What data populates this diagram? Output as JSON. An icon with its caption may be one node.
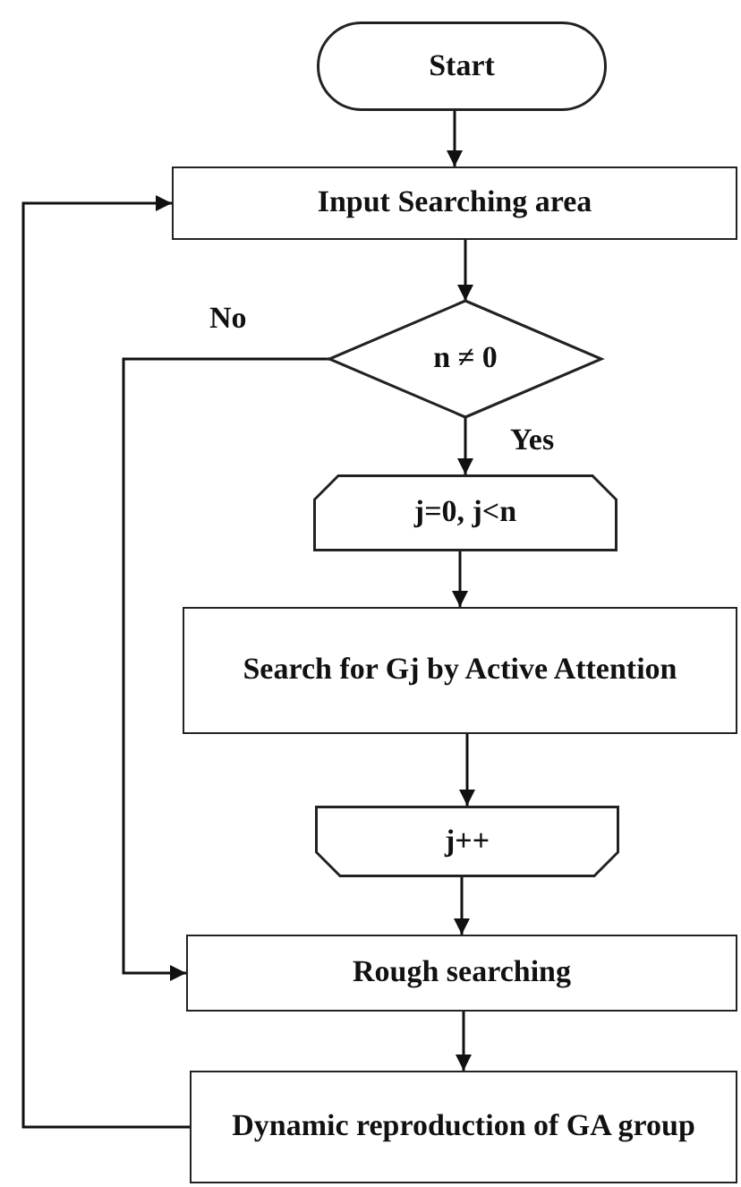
{
  "diagram": {
    "nodes": [
      {
        "text": [
          "Start"
        ]
      },
      {
        "text": [
          "Input Searching area"
        ]
      },
      {
        "text": [
          "n ≠ 0"
        ]
      },
      {
        "text": [
          "j=0, j<n"
        ]
      },
      {
        "text": [
          "Search for Gj by Active Attention"
        ]
      },
      {
        "text": [
          "j++"
        ]
      },
      {
        "text": [
          "Rough searching"
        ]
      },
      {
        "text": [
          "Dynamic reproduction of GA group"
        ]
      }
    ],
    "edges": [
      {
        "from": 0,
        "to": 1,
        "arrow": "to"
      },
      {
        "from": 1,
        "to": 2,
        "arrow": "to"
      },
      {
        "from": 2,
        "to": 3,
        "arrow": "to",
        "label": "Yes"
      },
      {
        "from": 3,
        "to": 4,
        "arrow": "to"
      },
      {
        "from": 4,
        "to": 5,
        "arrow": "to"
      },
      {
        "from": 5,
        "to": 6,
        "arrow": "to"
      },
      {
        "from": 2,
        "to": 6,
        "arrow": "to",
        "label": "No"
      },
      {
        "from": 6,
        "to": 7,
        "arrow": "to"
      },
      {
        "from": 7,
        "to": 1,
        "arrow": "to"
      }
    ]
  }
}
